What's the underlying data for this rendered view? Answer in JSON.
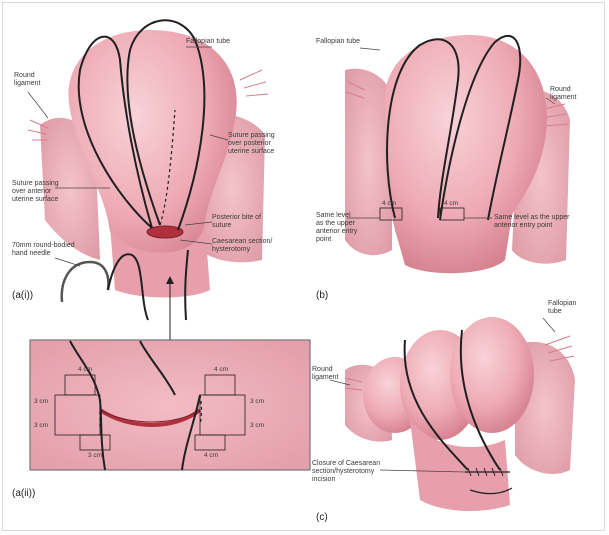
{
  "colors": {
    "uterus_fill": "#efb4bd",
    "uterus_shade": "#d9828f",
    "tissue_fill": "#e79aa6",
    "suture": "#202020",
    "incision": "#b1303e",
    "leader": "#444444"
  },
  "panel_a1": {
    "panel_label": "(a(i))",
    "fallopian_tube": "Fallopian tube",
    "round_ligament": "Round\nligament",
    "suture_posterior": "Suture passing\nover posterior\nuterine surface",
    "suture_anterior": "Suture passing\nover anterior\nuterine surface",
    "posterior_bite": "Posterior bite of\nsuture",
    "caesarean_incision": "Caesarean section/\nhysterotomy",
    "needle": "70mm round-bodied\nhand needle"
  },
  "panel_b": {
    "panel_label": "(b)",
    "fallopian_tube": "Fallopian tube",
    "round_ligament": "Round\nligament",
    "same_level_left": "Same level\nas the upper\nanterior entry\npoint",
    "same_level_right": "Same level as the upper\nanterior entry point",
    "measure_left": "4 cm",
    "measure_right": "4 cm"
  },
  "panel_a2": {
    "panel_label": "(a(ii))",
    "top_left": "4 cm",
    "top_right": "4 cm",
    "left_upper": "3 cm",
    "left_lower": "3 cm",
    "right_upper": "3 cm",
    "right_lower": "3 cm",
    "bottom_left": "3 cm",
    "bottom_right": "4 cm"
  },
  "panel_c": {
    "panel_label": "(c)",
    "fallopian_tube": "Fallopian\ntube",
    "round_ligament": "Round\nligament",
    "closure": "Closure of Caesarean\nsection/hysterotomy\nincision"
  }
}
